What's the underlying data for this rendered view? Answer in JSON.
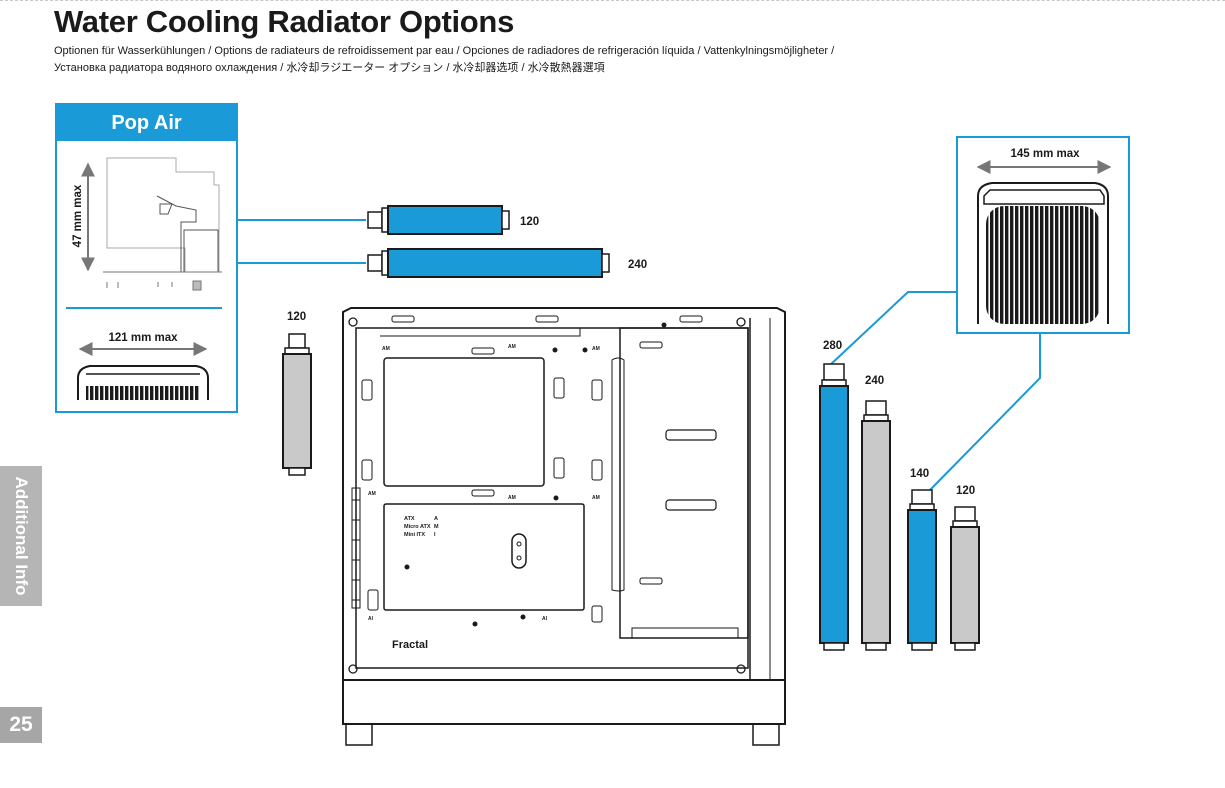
{
  "title": "Water Cooling Radiator Options",
  "subtitle_line1": "Optionen für Wasserkühlungen / Options de radiateurs de refroidissement par eau / Opciones de radiadores de refrigeración líquida / Vattenkylningsmöjligheter /",
  "subtitle_line2": "Установка радиатора водяного охлаждения / 水冷却ラジエーター オプション / 水冷却器选项 / 水冷散熱器選項",
  "side_tab": "Additional Info",
  "page_number": "25",
  "pop_air": {
    "header": "Pop Air",
    "height_label": "47 mm max",
    "width_label": "121 mm max"
  },
  "right_panel": {
    "width_label": "145 mm max"
  },
  "radiators": {
    "top_120": "120",
    "top_240": "240",
    "rear_120": "120",
    "front_280": "280",
    "front_240": "240",
    "front_140": "140",
    "front_120": "120"
  },
  "case_text": {
    "brand": "Fractal",
    "atx": "ATX",
    "micro_atx": "Micro ATX",
    "mini_itx": "Mini ITX",
    "marker_a": "A",
    "marker_m": "M",
    "marker_i": "I",
    "am": "AM",
    "ai": "AI"
  },
  "colors": {
    "accent_blue": "#1a9ad6",
    "gray_radiator": "#c9c9c9",
    "side_tab": "#b5b5b5",
    "page_num_bg": "#a6a6a6"
  }
}
